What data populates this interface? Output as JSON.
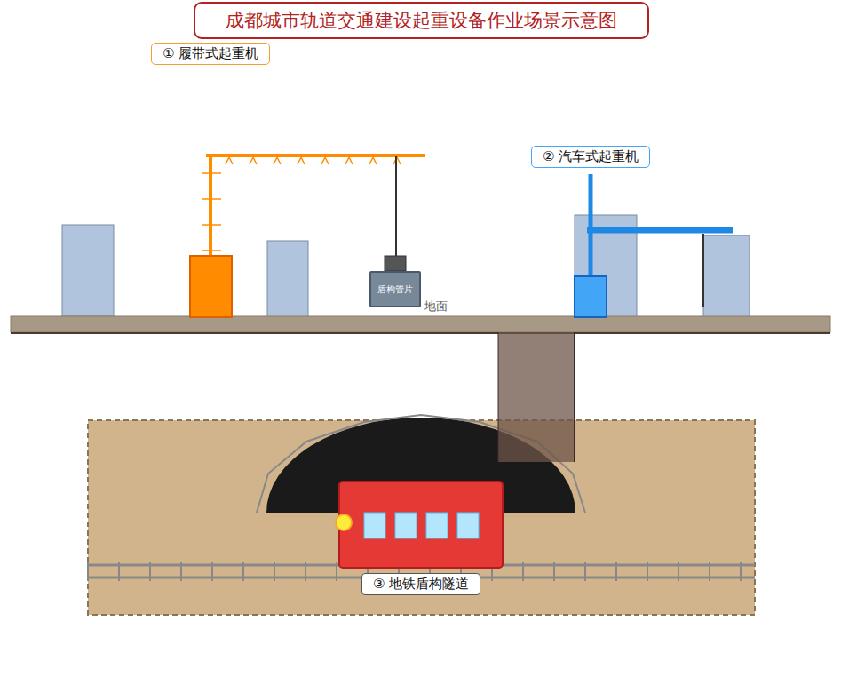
{
  "diagram": {
    "title": "成都城市轨道交通建设起重设备作业场景示意图",
    "nodes": [
      {
        "text": [
          "① 履带式起重机"
        ]
      },
      {
        "text": [
          "② 汽车式起重机"
        ]
      },
      {
        "text": [
          "盾构管片"
        ]
      },
      {
        "text": [
          "③ 地铁盾构隧道"
        ]
      }
    ],
    "labels": [
      "地面"
    ]
  }
}
